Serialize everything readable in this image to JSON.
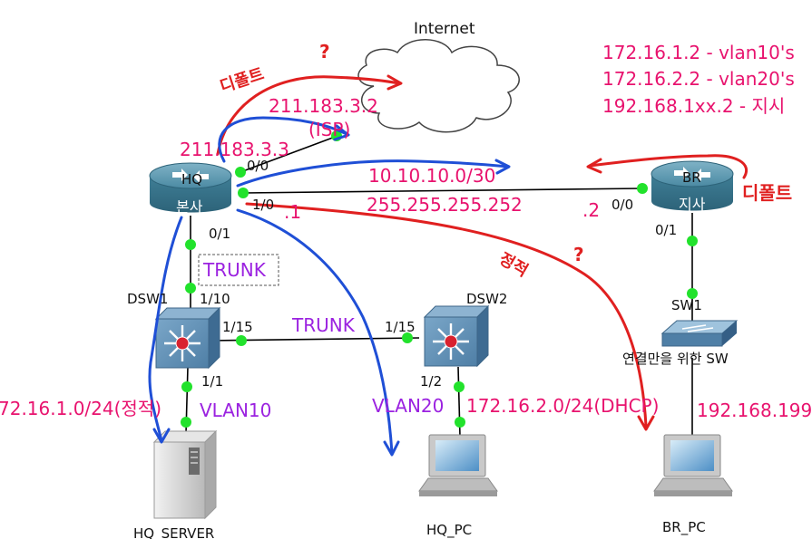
{
  "labels": {
    "internet": "Internet",
    "isp_ip": "211.183.3.2",
    "isp_name": "(ISP)",
    "hq_wan_ip": "211.183.3.3",
    "hq_port_00": "0/0",
    "hq_port_10": "1/0",
    "hq_port_01": "0/1",
    "hq_name": "HQ",
    "hq_kor": "본사",
    "hq_dot1": ".1",
    "link_net": "10.10.10.0/30",
    "link_mask": "255.255.255.252",
    "br_dot2": ".2",
    "br_port_00": "0/0",
    "br_port_01": "0/1",
    "br_name": "BR",
    "br_kor": "지사",
    "trunk_box": "TRUNK",
    "dsw1_name": "DSW1",
    "dsw1_port_110": "1/10",
    "dsw1_port_115": "1/15",
    "dsw1_port_11": "1/1",
    "trunk_mid": "TRUNK",
    "dsw2_name": "DSW2",
    "dsw2_port_115": "1/15",
    "dsw2_port_12": "1/2",
    "vlan10": "VLAN10",
    "vlan10_net": "72.16.1.0/24(정적)",
    "vlan20": "VLAN20",
    "vlan20_net": "172.16.2.0/24(DHCP)",
    "sw1_name": "SW1",
    "sw1_desc": "연결만을 위한 SW",
    "br_net": "192.168.199",
    "hq_server": "HQ_SERVER",
    "hq_pc": "HQ_PC",
    "br_pc": "BR_PC",
    "note1": "172.16.1.2 - vlan10's",
    "note2": "172.16.2.2 - vlan20's",
    "note3": "192.168.1xx.2 - 지시",
    "hand_default_hq": "디폴트",
    "hand_default_br": "디폴트",
    "hand_static": "정적",
    "hand_q1": "?",
    "hand_q2": "?"
  },
  "colors": {
    "magenta": "#e8136e",
    "purple": "#9b22e0",
    "blue_text": "#2b5fd9",
    "red_pen": "#e02020",
    "blue_pen": "#1f4fd6",
    "green_dot": "#22e22c",
    "router": "#3f7e96",
    "switch": "#5b8fb3"
  }
}
